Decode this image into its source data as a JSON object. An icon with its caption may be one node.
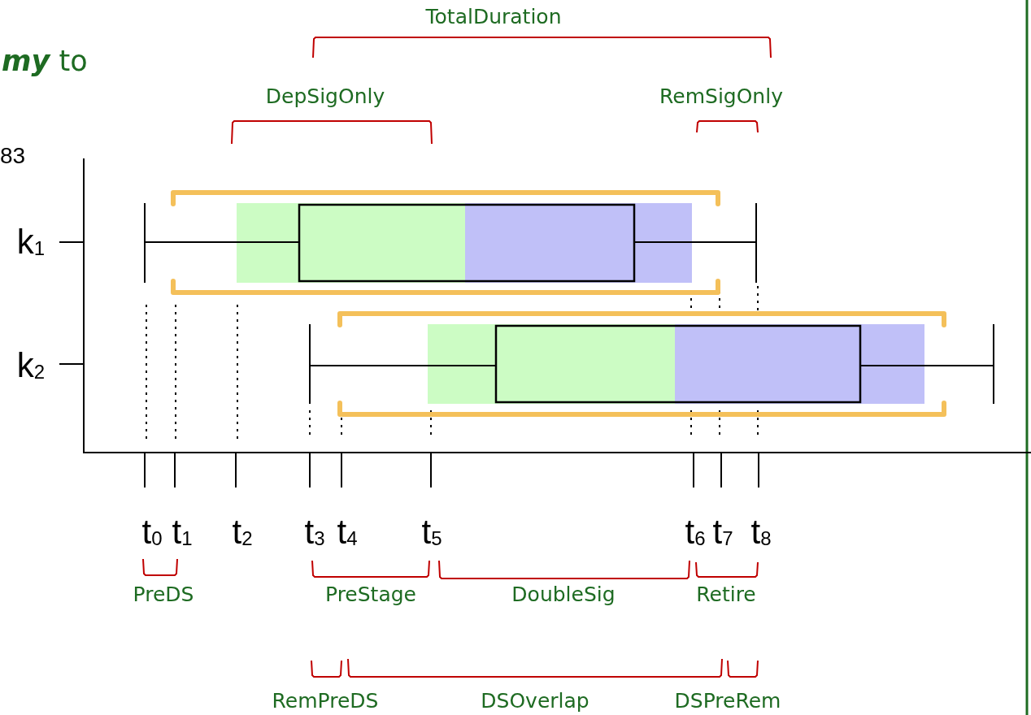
{
  "diagram": {
    "labels": [
      "TotalDuration",
      "**my** to",
      "DepSigOnly",
      "RemSigOnly",
      "83",
      "k$_{1}$",
      "k$_{2}$",
      "t$_{0}$",
      "t$_{1}$",
      "t$_{2}$",
      "t$_{3}$",
      "t$_{4}$",
      "t$_{5}$",
      "t$_{6}$",
      "t$_{7}$",
      "t$_{8}$",
      "PreDS",
      "PreStage",
      "DoubleSig",
      "Retire",
      "RemPreDS",
      "DSOverlap",
      "DSPreRem"
    ]
  }
}
